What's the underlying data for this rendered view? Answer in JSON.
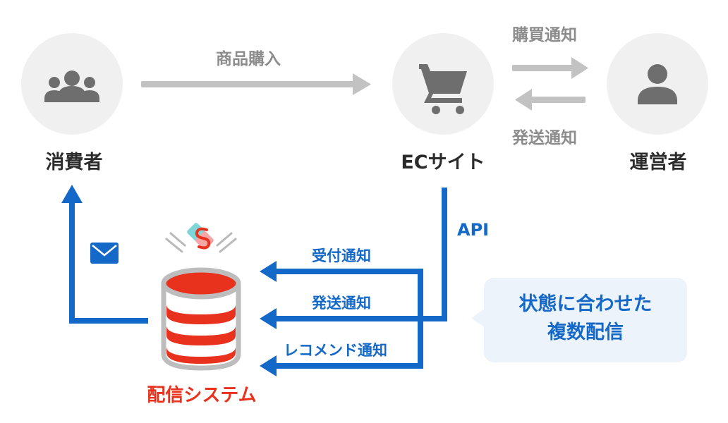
{
  "nodes": {
    "consumer": {
      "label": "消費者",
      "icon": "users-group-icon"
    },
    "ec_site": {
      "label": "ECサイト",
      "icon": "shopping-cart-icon"
    },
    "operator": {
      "label": "運営者",
      "icon": "person-icon"
    },
    "delivery_system": {
      "label": "配信システム",
      "icon": "database-icon"
    }
  },
  "flows": {
    "purchase": "商品購入",
    "purchase_notice": "購買通知",
    "shipping_notice_top": "発送通知",
    "api": "API",
    "order_received": "受付通知",
    "shipping_notice": "発送通知",
    "recommend": "レコメンド通知"
  },
  "callout": {
    "line1": "状態に合わせた",
    "line2": "複数配信"
  },
  "icons": {
    "mail": "mail-icon",
    "logo": "logo-icon"
  },
  "colors": {
    "gray_arrow": "#c2c2c2",
    "blue": "#1468c8",
    "red": "#e8321e",
    "circle_bg": "#f0f0f0",
    "icon_gray": "#6e6e6e"
  }
}
